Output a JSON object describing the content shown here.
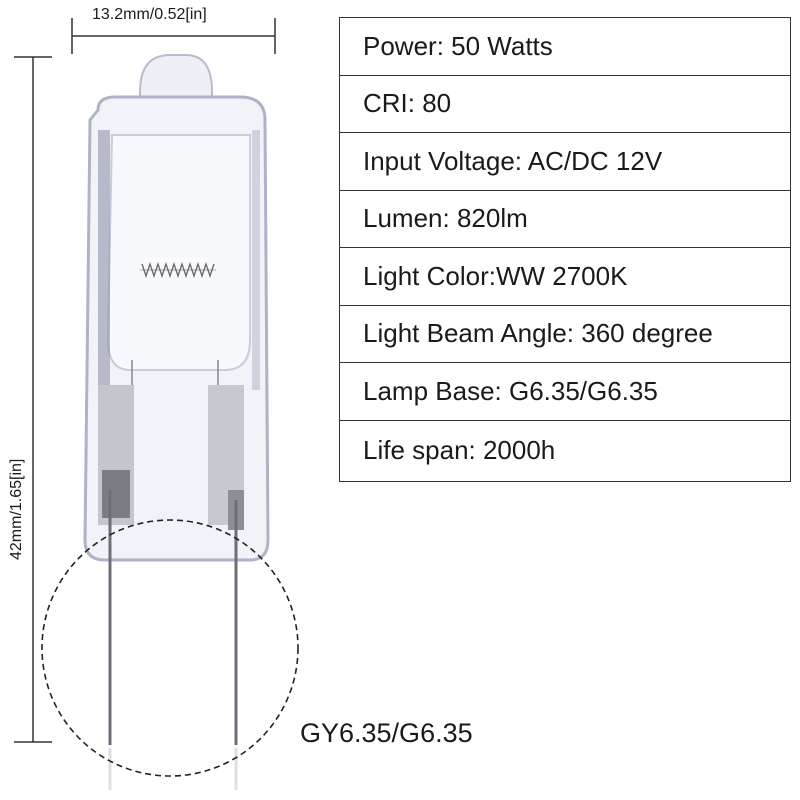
{
  "dimensions": {
    "width_label": "13.2mm/0.52[in]",
    "height_label": "42mm/1.65[in]"
  },
  "specs": [
    {
      "label": "Power: 50 Watts"
    },
    {
      "label": "CRI: 80"
    },
    {
      "label": "Input Voltage:  AC/DC 12V"
    },
    {
      "label": "Lumen: 820lm"
    },
    {
      "label": "Light Color:WW 2700K"
    },
    {
      "label": "Light Beam Angle: 360 degree"
    },
    {
      "label": "Lamp Base: G6.35/G6.35"
    },
    {
      "label": "Life span: 2000h"
    }
  ],
  "base_label": "GY6.35/G6.35",
  "colors": {
    "line": "#333333",
    "glass": "#e8eaf2",
    "glass_shadow": "#9aa0b5",
    "pin": "#6d6f78"
  }
}
